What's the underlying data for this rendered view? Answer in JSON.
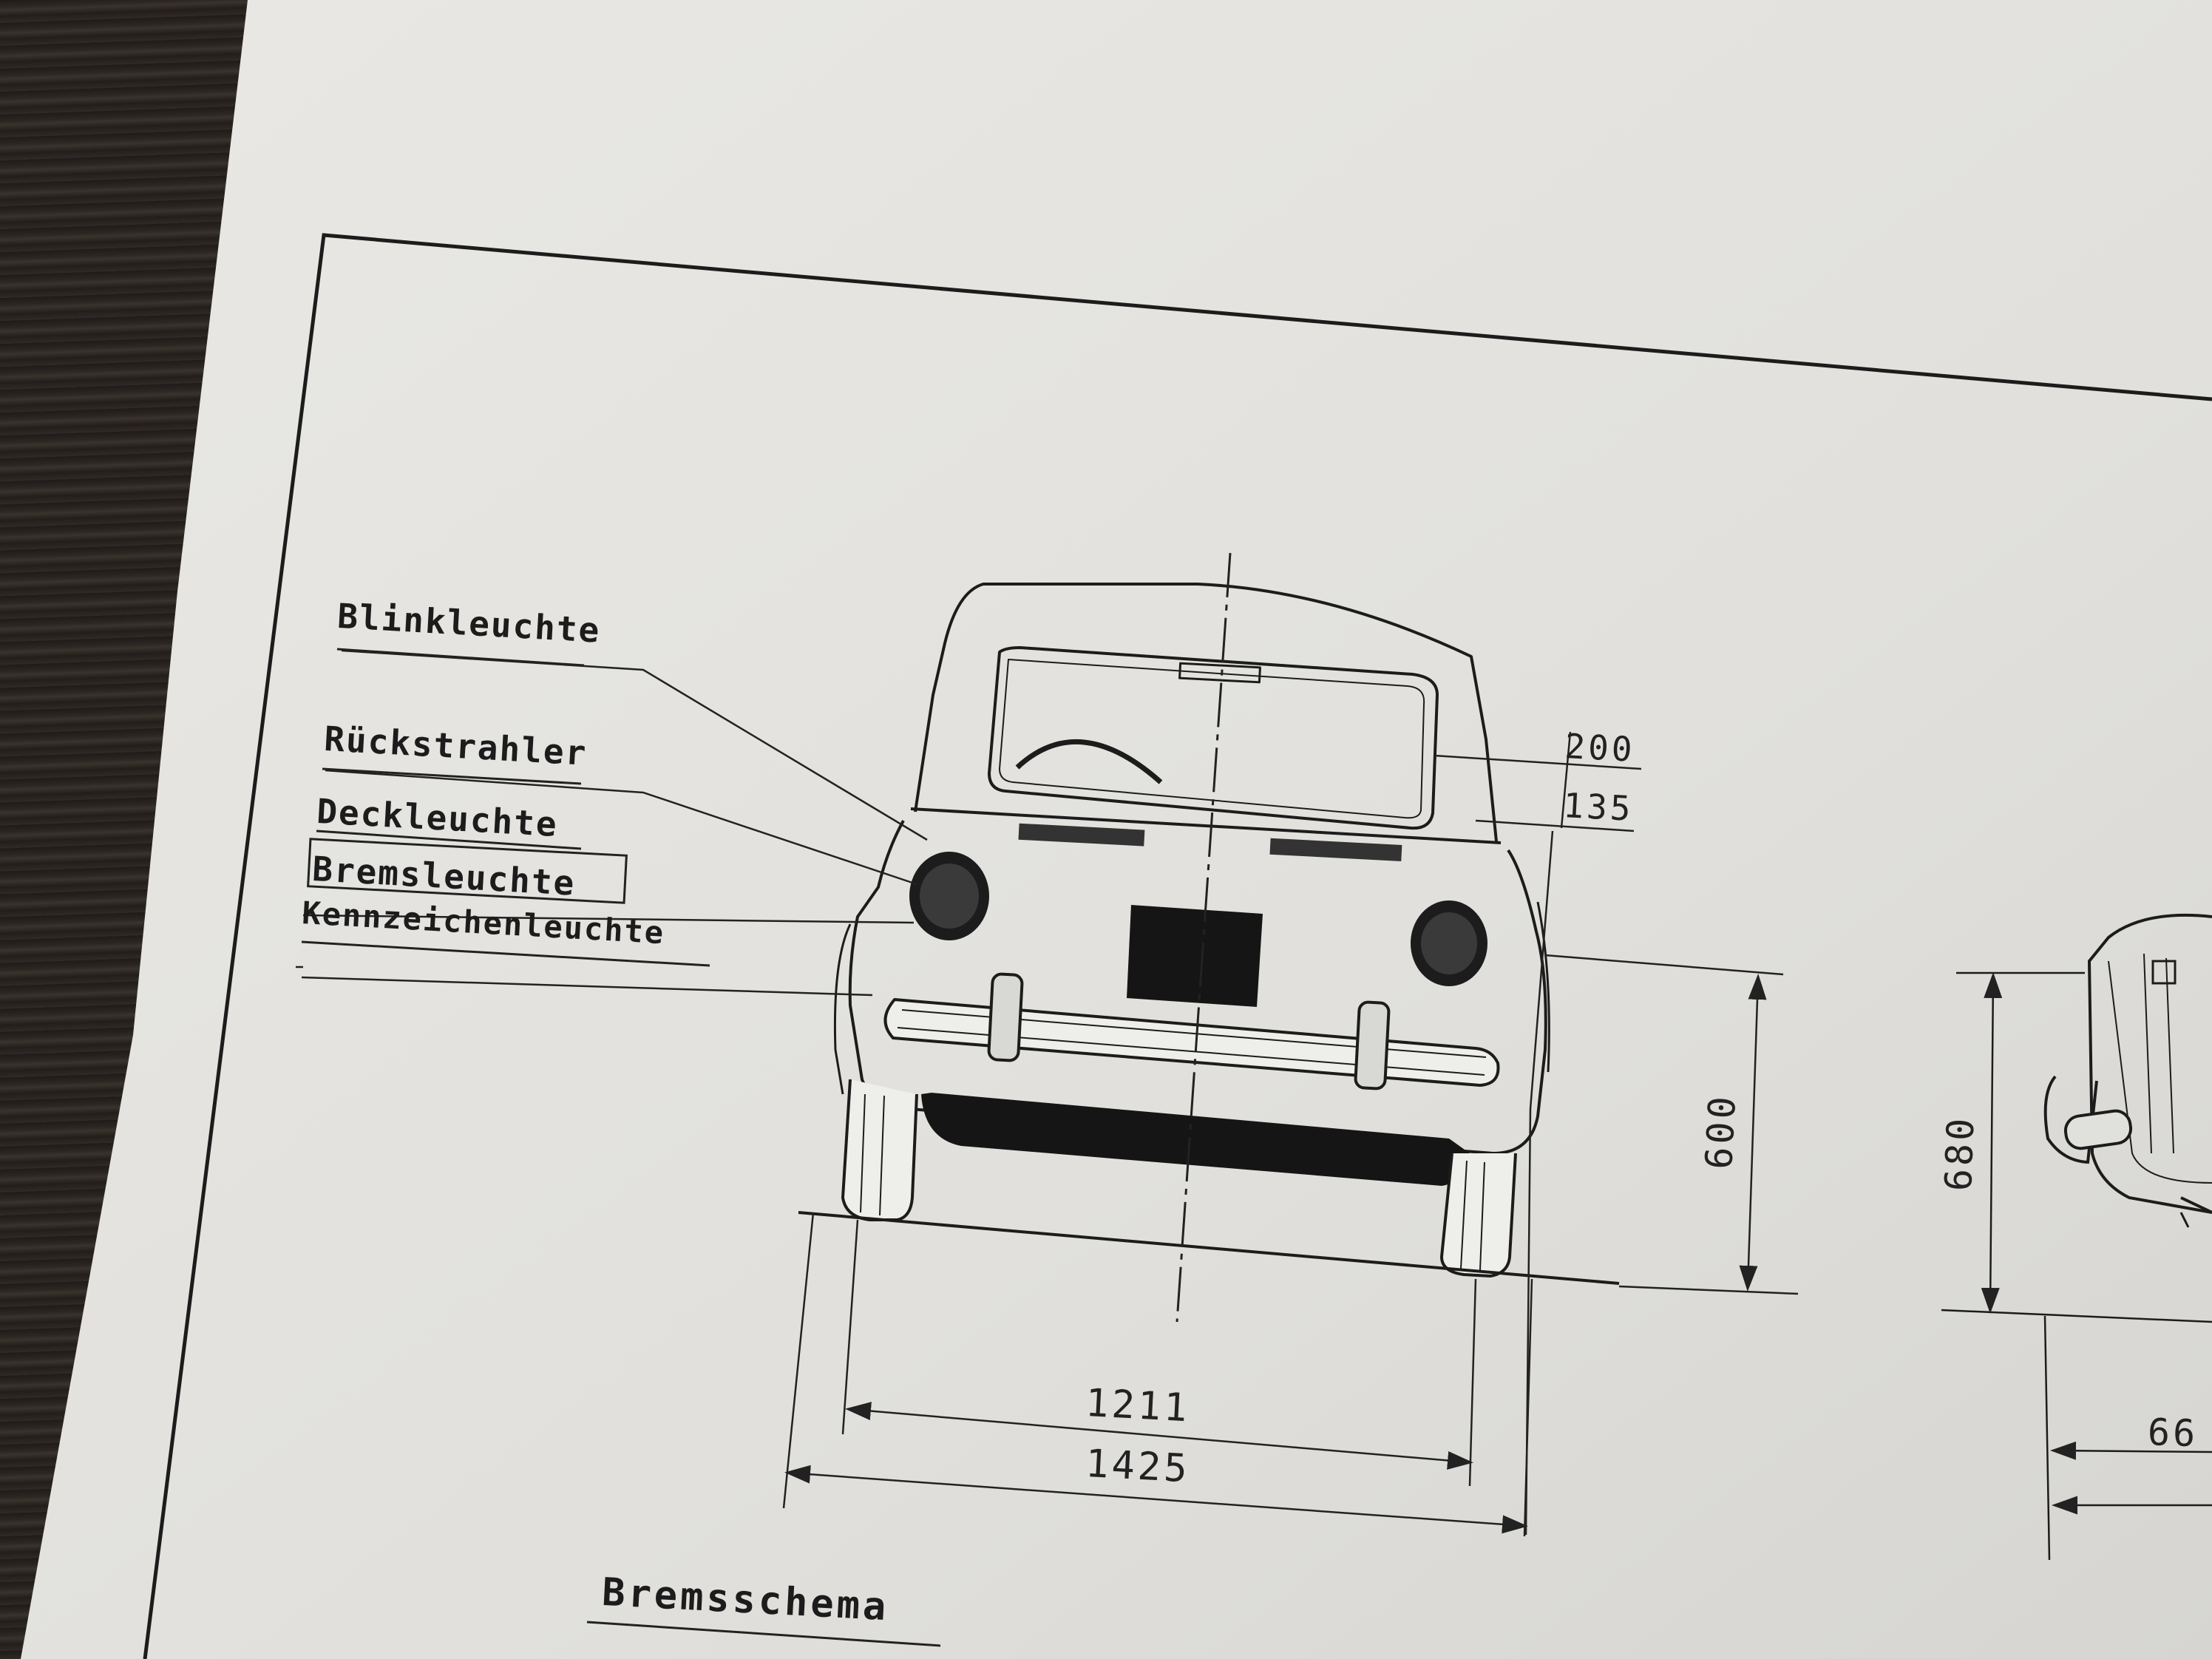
{
  "labels": {
    "blinkleuchte": "Blinkleuchte",
    "rueckstrahler": "Rückstrahler",
    "deckleuchte": "Deckleuchte",
    "bremsleuchte": "Bremsleuchte",
    "kennzeichenleuchte": "Kennzeichenleuchte"
  },
  "dimensions": {
    "d200": "200",
    "d135": "135",
    "d600": "600",
    "d680": "680",
    "d1211": "1211",
    "d1425": "1425",
    "d66": "66"
  },
  "footer": {
    "section_title": "Bremsschema"
  },
  "colors": {
    "paper": "#e6e5e1",
    "ink": "#1c1c1c",
    "table": "#2a2622"
  }
}
